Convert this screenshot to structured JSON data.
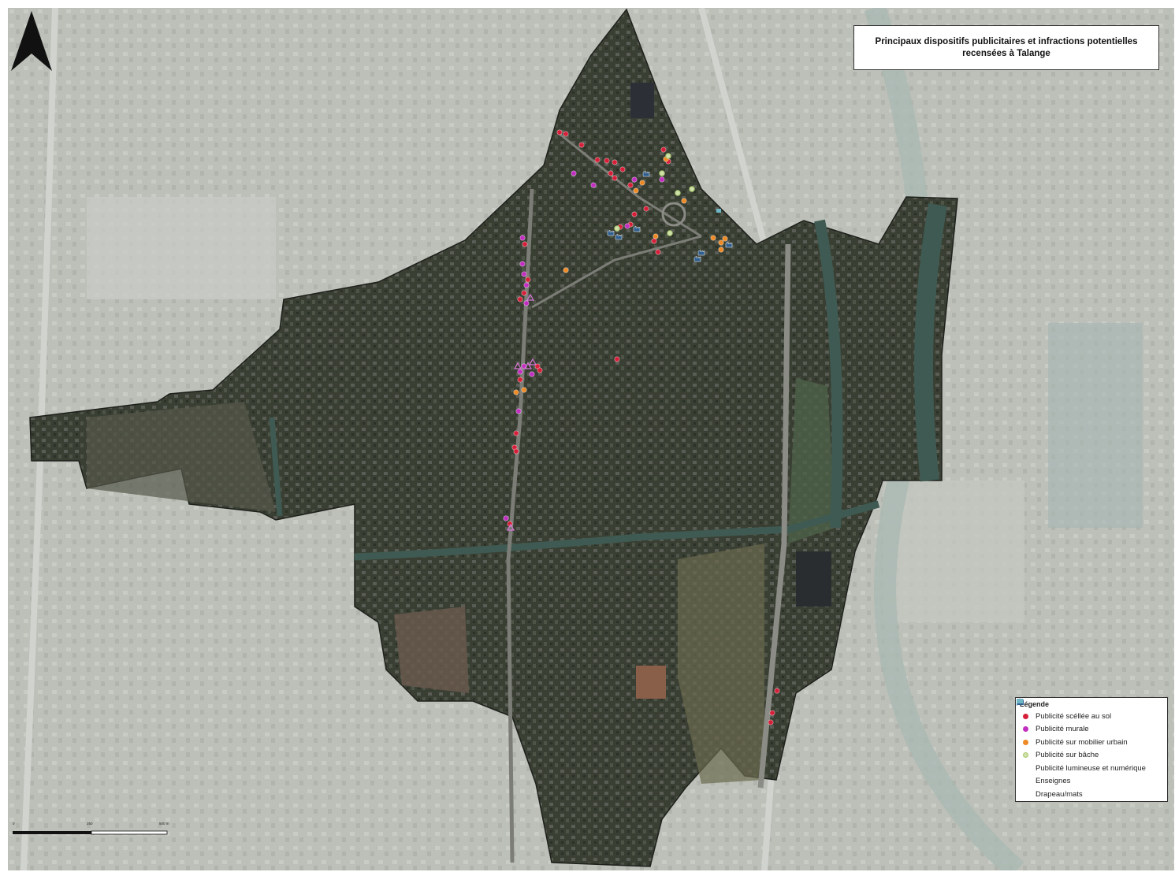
{
  "title": {
    "line1": "Principaux dispositifs publicitaires et infractions potentielles",
    "line2": "recensées à Talange"
  },
  "legend": {
    "title": "Légende",
    "items": [
      {
        "label": "Publicité scéllée au sol",
        "symbol": "dot",
        "color": "#d6203a"
      },
      {
        "label": "Publicité murale",
        "symbol": "dot",
        "color": "#c22fc0"
      },
      {
        "label": "Publicité sur mobilier urbain",
        "symbol": "dot",
        "color": "#ee8a25"
      },
      {
        "label": "Publicité sur bâche",
        "symbol": "ring",
        "color": "#a9c86f"
      },
      {
        "label": "Publicité lumineuse et numérique",
        "symbol": "triangle",
        "color": "#d978d9"
      },
      {
        "label": "Enseignes",
        "symbol": "building-icon",
        "color": "#2f5f8f"
      },
      {
        "label": "Drapeau/mats",
        "symbol": "flag-icon",
        "color": "#6fb7c7"
      }
    ]
  },
  "scale": {
    "labels": [
      "0",
      "250",
      "500 m"
    ]
  },
  "north_arrow": "north-arrow-icon",
  "colors": {
    "commune_fill": "#3d4235",
    "canal": "#3f5a52",
    "surroundings": "#b9bdb5"
  }
}
